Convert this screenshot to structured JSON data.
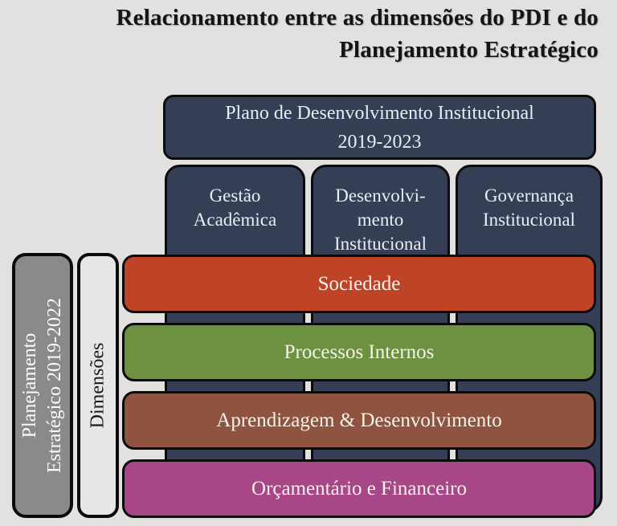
{
  "title": {
    "line1": "Relacionamento entre as dimensões do PDI e do",
    "line2": "Planejamento Estratégico"
  },
  "pdi": {
    "line1": "Plano de Desenvolvimento Institucional",
    "line2": "2019-2023"
  },
  "pdi_dimensions": [
    {
      "lines": [
        "Gestão",
        "Acadêmica"
      ]
    },
    {
      "lines": [
        "Desenvolvi-",
        "mento",
        "Institucional"
      ]
    },
    {
      "lines": [
        "Governança",
        "Institucional"
      ]
    }
  ],
  "strategic_perspectives": [
    {
      "label": "Sociedade",
      "color": "#bf4327"
    },
    {
      "label": "Processos Internos",
      "color": "#6c9140"
    },
    {
      "label": "Aprendizagem & Desenvolvimento",
      "color": "#8f5440"
    },
    {
      "label": "Orçamentário e Financeiro",
      "color": "#a74787"
    }
  ],
  "side": {
    "planejamento": {
      "line1": "Planejamento",
      "line2": "Estratégico 2019-2022",
      "color": "#8a8a8a"
    },
    "dimensoes": {
      "label": "Dimensões",
      "color": "#e6e6e6"
    }
  },
  "colors": {
    "background": "#e3e1df",
    "navy": "#343f55",
    "border": "#0b0b0b"
  }
}
